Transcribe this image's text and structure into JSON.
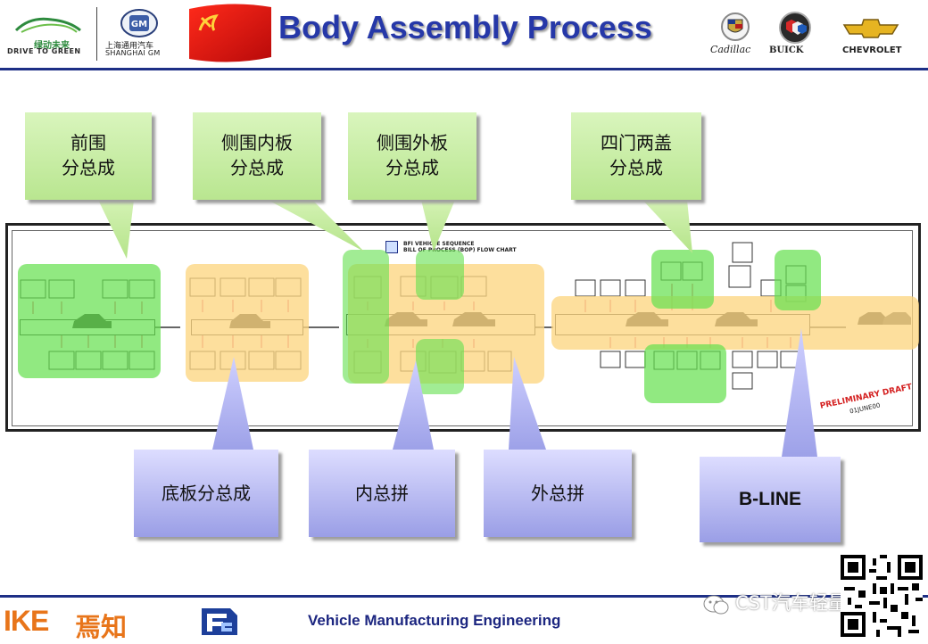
{
  "header": {
    "title": "Body Assembly Process",
    "logo_left_en": "DRIVE TO GREEN",
    "logo_left_cn": "绿动未来",
    "logo_sgm_cn": "上海通用汽车",
    "logo_sgm_en": "SHANGHAI GM",
    "brand_cadillac": "Cadillac",
    "brand_buick": "BUICK",
    "brand_chevrolet": "CHEVROLET",
    "icons": [
      "drive-to-green-car-icon",
      "gm-logo-icon",
      "party-flag-icon",
      "cadillac-crest-icon",
      "buick-shield-icon",
      "chevrolet-bowtie-icon"
    ]
  },
  "callouts_top": [
    {
      "line1": "前围",
      "line2": "分总成"
    },
    {
      "line1": "侧围内板",
      "line2": "分总成"
    },
    {
      "line1": "侧围外板",
      "line2": "分总成"
    },
    {
      "line1": "四门两盖",
      "line2": "分总成"
    }
  ],
  "callouts_bottom": [
    {
      "label": "底板分总成"
    },
    {
      "label": "内总拼"
    },
    {
      "label": "外总拼"
    },
    {
      "label": "B-LINE"
    }
  ],
  "flowchart": {
    "title_line1": "BFI VEHICLE SEQUENCE",
    "title_line2": "BILL OF PROCESS (BOP) FLOW CHART",
    "draft_label": "PRELIMINARY DRAFT",
    "draft_date": "01JUNE00"
  },
  "footer": {
    "brand": "IKE",
    "brand_cn": "焉知",
    "text": "Vehicle Manufacturing Engineering",
    "watermark": "CST汽车轻量化",
    "icons": [
      "ike-logo-icon",
      "fe-logo-icon",
      "wechat-icon",
      "qr-code-icon"
    ]
  },
  "colors": {
    "title_blue": "#2638a8",
    "rule_blue": "#1d2f86",
    "zone_green": "#66e050",
    "zone_yellow": "#fcd682",
    "callout_green": "#c6eca0",
    "callout_blue": "#a5a8ec",
    "ike_orange": "#e8751a",
    "draft_red": "#d42020"
  }
}
